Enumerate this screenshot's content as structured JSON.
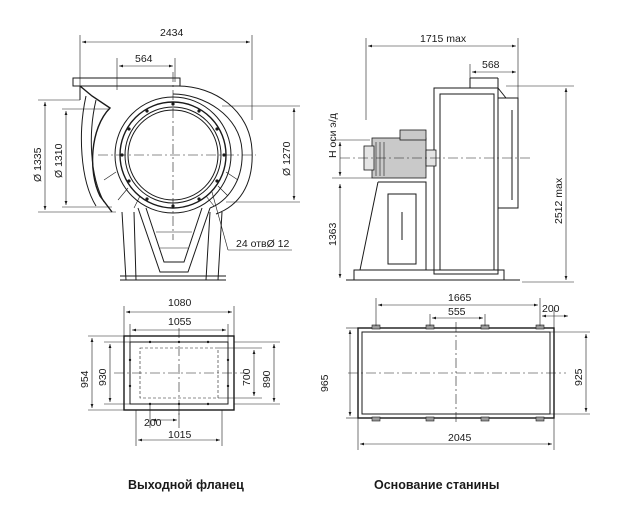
{
  "front_view": {
    "width_overall": "2434",
    "outlet_width": "564",
    "dia_1335": "Ø 1335",
    "dia_1310": "Ø 1310",
    "dia_1270": "Ø 1270",
    "holes": "24 отвØ 12"
  },
  "side_view": {
    "length_max": "1715 max",
    "offset_568": "568",
    "axis_height": "H оси э/д",
    "height_1363": "1363",
    "height_max": "2512 max"
  },
  "outlet_flange": {
    "w_1080": "1080",
    "w_1055": "1055",
    "w_1015": "1015",
    "w_200": "200",
    "h_954": "954",
    "h_930": "930",
    "h_700": "700",
    "h_890": "890",
    "caption": "Выходной фланец"
  },
  "frame_base": {
    "w_1665": "1665",
    "w_555": "555",
    "w_200": "200",
    "w_2045": "2045",
    "h_965": "965",
    "h_925": "925",
    "caption": "Основание станины"
  }
}
